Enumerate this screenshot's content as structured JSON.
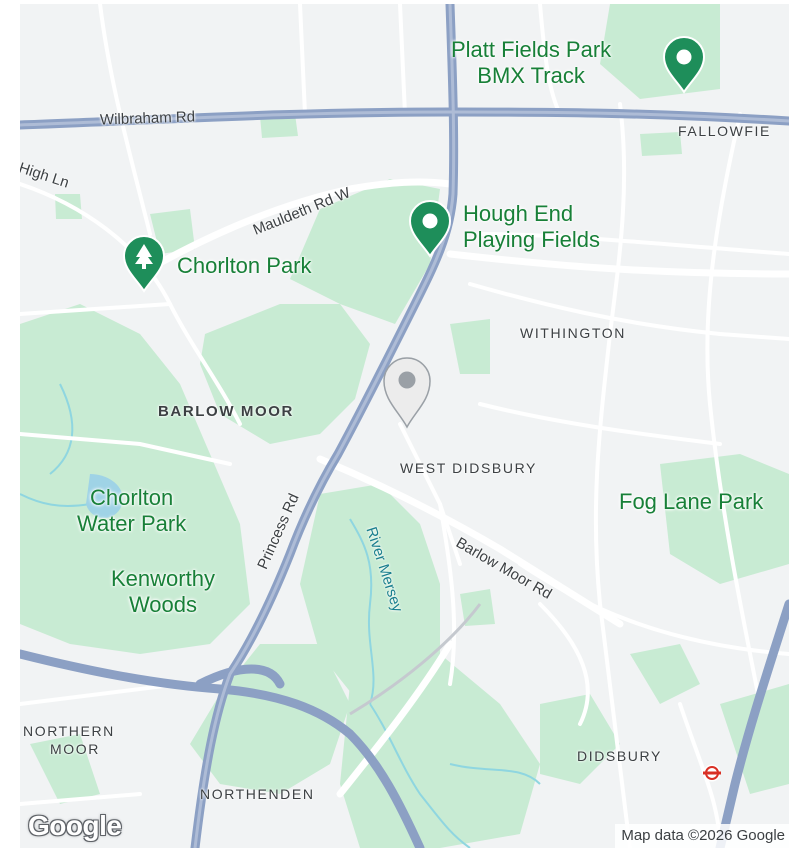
{
  "map": {
    "streets": {
      "wilbraham": "Wilbraham Rd",
      "high_ln": "High Ln",
      "mauldeth": "Mauldeth Rd W",
      "princess": "Princess Rd",
      "barlow_moor_rd": "Barlow Moor Rd"
    },
    "areas": {
      "fallowfield": "FALLOWFIE",
      "withington": "WITHINGTON",
      "barlow_moor": "BARLOW MOOR",
      "west_didsbury": "WEST DIDSBURY",
      "northern_moor_1": "NORTHERN",
      "northern_moor_2": "MOOR",
      "northenden": "NORTHENDEN",
      "didsbury": "DIDSBURY"
    },
    "parks": {
      "platt_1": "Platt Fields Park",
      "platt_2": "BMX Track",
      "hough_1": "Hough End",
      "hough_2": "Playing Fields",
      "chorlton_park": "Chorlton Park",
      "chorlton_water_1": "Chorlton",
      "chorlton_water_2": "Water Park",
      "kenworthy_1": "Kenworthy",
      "kenworthy_2": "Woods",
      "fog_lane": "Fog Lane Park"
    },
    "water": {
      "river": "River Mersey"
    },
    "icons": {
      "park_pin": "map-pin-park-icon",
      "tree_pin": "map-pin-tree-icon",
      "location_pin": "map-pin-location-icon",
      "station": "train-station-icon"
    },
    "colors": {
      "land": "#f1f3f4",
      "park": "#c8ebd3",
      "road_major": "#8ca0c4",
      "pin": "#1e8e5a",
      "label_green": "#188038"
    }
  },
  "footer": {
    "logo": "Google",
    "attribution": "Map data ©2026 Google"
  }
}
